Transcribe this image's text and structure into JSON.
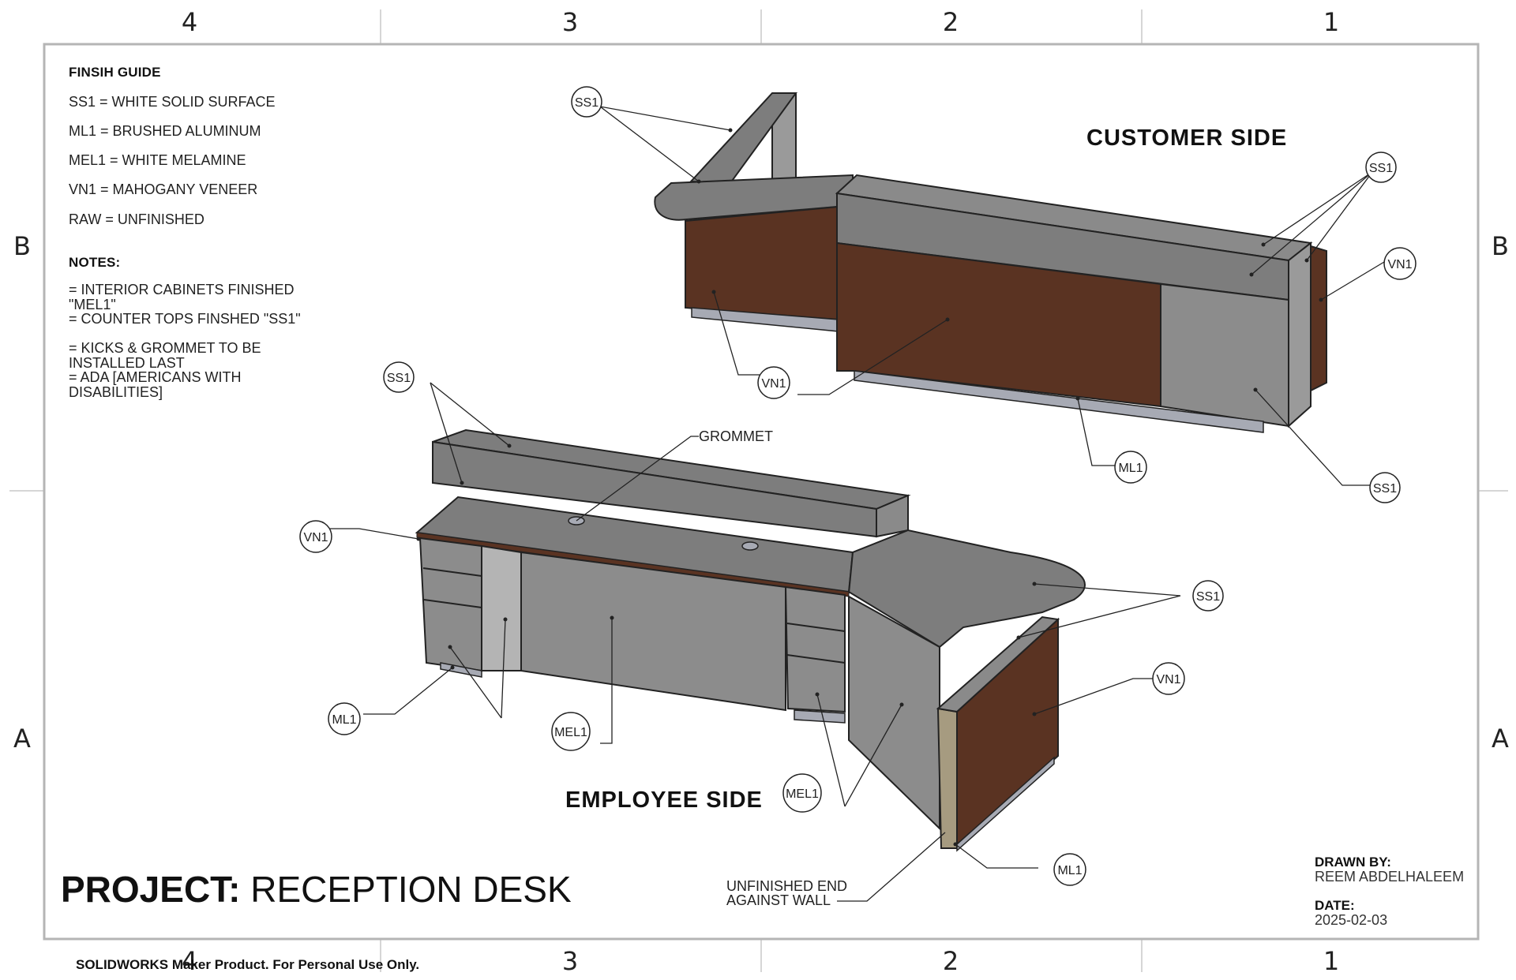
{
  "zones": {
    "columns": [
      "4",
      "3",
      "2",
      "1"
    ],
    "rows": [
      "B",
      "A"
    ]
  },
  "finish_guide": {
    "title": "FINSIH GUIDE",
    "items": [
      "SS1 = WHITE SOLID SURFACE",
      "ML1 = BRUSHED ALUMINUM",
      "MEL1 = WHITE MELAMINE",
      "VN1 = MAHOGANY VENEER",
      "RAW = UNFINISHED"
    ]
  },
  "notes": {
    "title": "NOTES:",
    "items": [
      "= INTERIOR CABINETS FINISHED \"MEL1\"",
      "= COUNTER TOPS FINSHED \"SS1\"",
      "= KICKS & GROMMET TO BE INSTALLED LAST",
      "= ADA [AMERICANS WITH DISABILITIES]"
    ]
  },
  "views": {
    "customer_side": "CUSTOMER SIDE",
    "employee_side": "EMPLOYEE SIDE"
  },
  "callouts": {
    "grommet": "GROMMET",
    "unfinished_end": "UNFINISHED END AGAINST WALL",
    "bubbles": {
      "ss1": "SS1",
      "vn1": "VN1",
      "ml1": "ML1",
      "mel1": "MEL1"
    }
  },
  "project": {
    "label": "PROJECT:",
    "name": "RECEPTION DESK"
  },
  "title_block": {
    "drawn_by_label": "DRAWN BY:",
    "drawn_by": "REEM ABDELHALEEM",
    "date_label": "DATE:",
    "date": "2025-02-03"
  },
  "watermark": "SOLIDWORKS Maker Product. For Personal Use Only.",
  "colors": {
    "solid_surface": "#7d7d7d",
    "solid_surface_top": "#8a8a8a",
    "veneer": "#5a3322",
    "melamine": "#999999",
    "aluminum": "#a7aab4",
    "border": "#b5b5b5"
  }
}
